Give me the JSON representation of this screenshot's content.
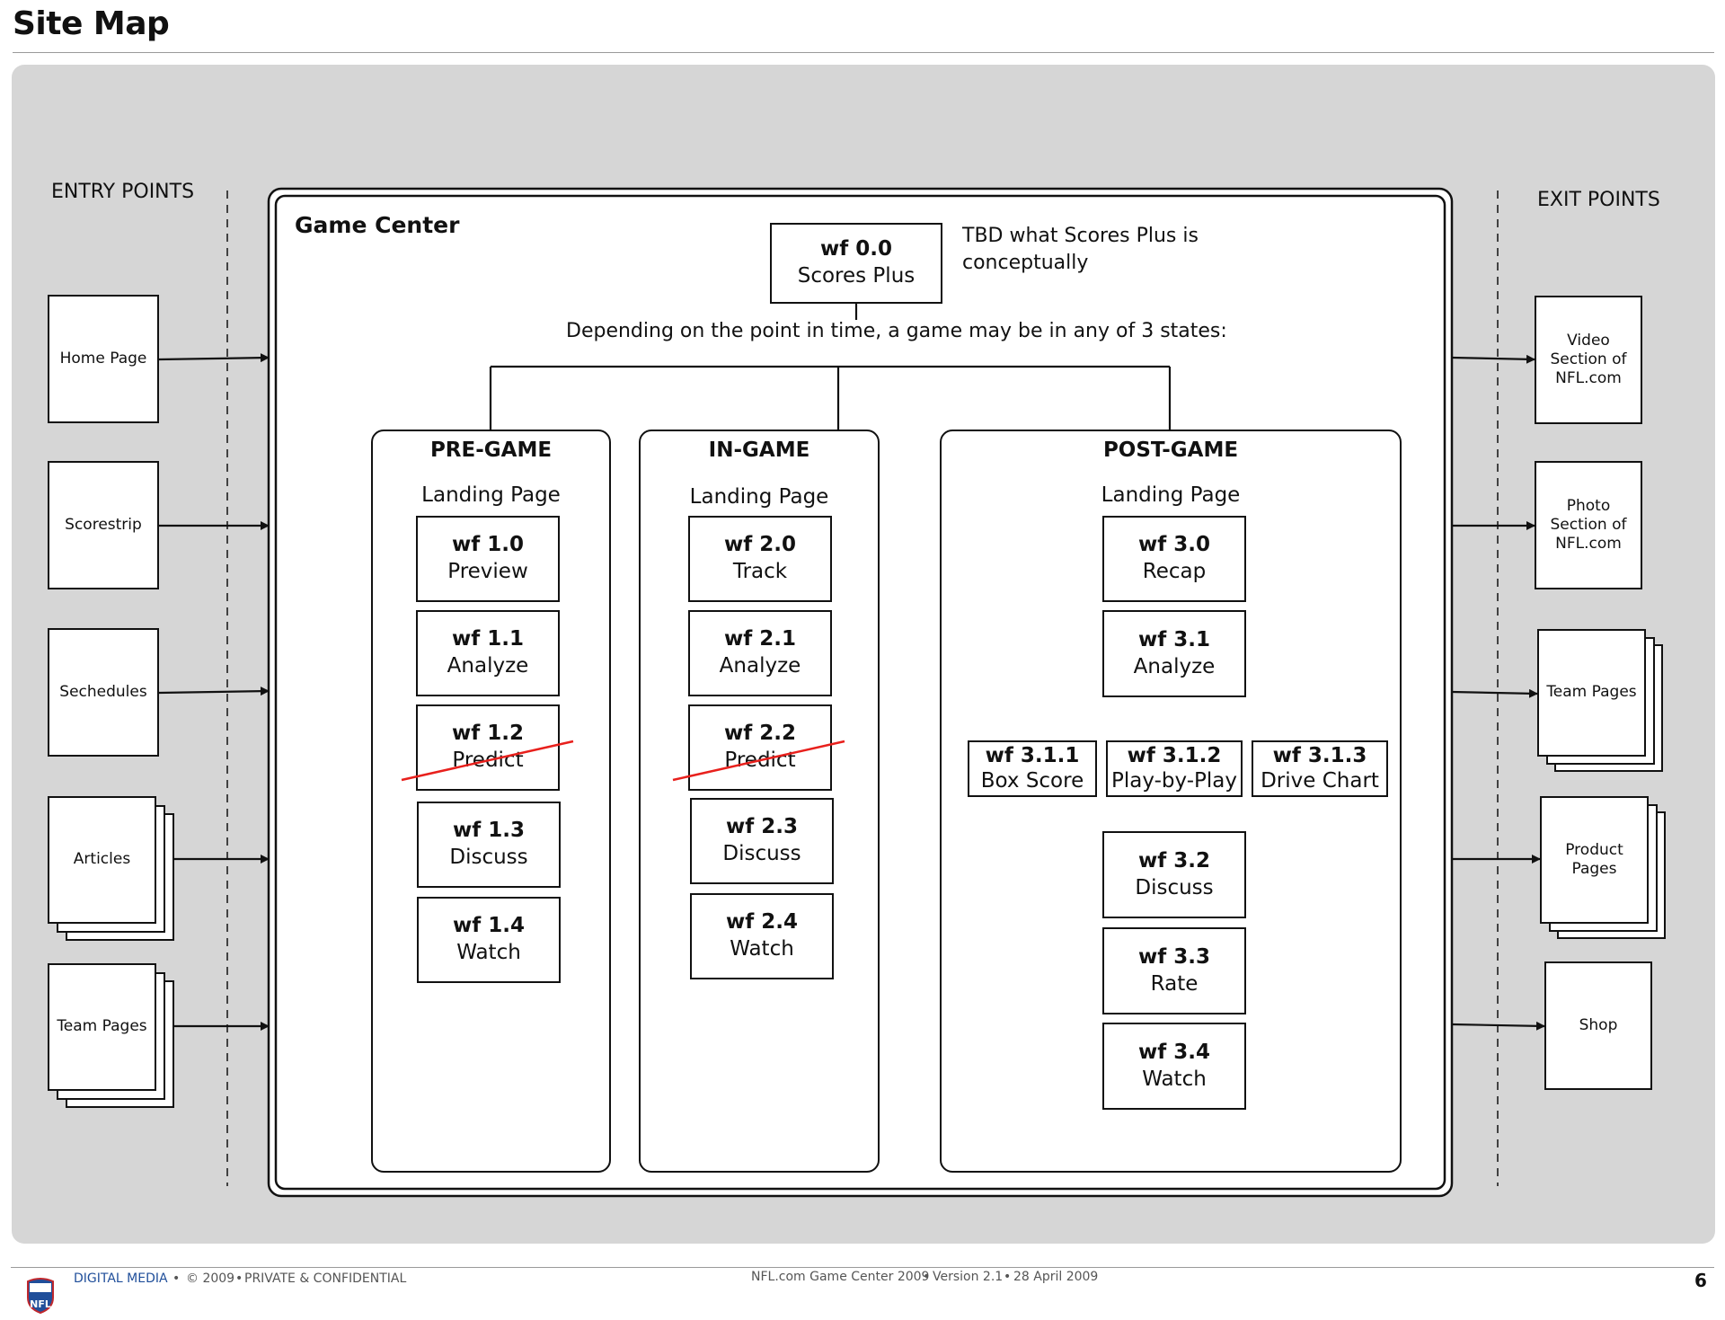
{
  "page_title": "Site Map",
  "entry_points": {
    "label": "ENTRY POINTS",
    "items": [
      "Home Page",
      "Scorestrip",
      "Sechedules",
      "Articles",
      "Team Pages"
    ]
  },
  "exit_points": {
    "label": "EXIT POINTS",
    "items": [
      "Video Section of NFL.com",
      "Photo Section of NFL.com",
      "Team Pages",
      "Product Pages",
      "Shop"
    ]
  },
  "game_center": {
    "title": "Game Center",
    "root": {
      "num": "wf 0.0",
      "name": "Scores Plus"
    },
    "note": "TBD what Scores Plus is conceptually",
    "states_caption": "Depending on the point in time, a game may be in any of 3 states:"
  },
  "pregame": {
    "title": "PRE-GAME",
    "landing": "Landing Page",
    "items": [
      {
        "num": "wf 1.0",
        "name": "Preview"
      },
      {
        "num": "wf 1.1",
        "name": "Analyze"
      },
      {
        "num": "wf 1.2",
        "name": "Predict"
      },
      {
        "num": "wf 1.3",
        "name": "Discuss"
      },
      {
        "num": "wf 1.4",
        "name": "Watch"
      }
    ]
  },
  "ingame": {
    "title": "IN-GAME",
    "landing": "Landing Page",
    "items": [
      {
        "num": "wf 2.0",
        "name": "Track"
      },
      {
        "num": "wf 2.1",
        "name": "Analyze"
      },
      {
        "num": "wf 2.2",
        "name": "Predict"
      },
      {
        "num": "wf 2.3",
        "name": "Discuss"
      },
      {
        "num": "wf 2.4",
        "name": "Watch"
      }
    ]
  },
  "postgame": {
    "title": "POST-GAME",
    "landing": "Landing Page",
    "items": [
      {
        "num": "wf 3.0",
        "name": "Recap"
      },
      {
        "num": "wf 3.1",
        "name": "Analyze"
      },
      {
        "num": "wf 3.2",
        "name": "Discuss"
      },
      {
        "num": "wf 3.3",
        "name": "Rate"
      },
      {
        "num": "wf 3.4",
        "name": "Watch"
      }
    ],
    "sub_items": [
      {
        "num": "wf 3.1.1",
        "name": "Box Score"
      },
      {
        "num": "wf 3.1.2",
        "name": "Play-by-Play"
      },
      {
        "num": "wf 3.1.3",
        "name": "Drive Chart"
      }
    ]
  },
  "footer": {
    "logo_text": "NFL",
    "brand": "DIGITAL MEDIA",
    "copyright": "© 2009",
    "confidential": "PRIVATE & CONFIDENTIAL",
    "doc_title": "NFL.com Game Center 2009",
    "version": "Version 2.1",
    "date": "28 April 2009",
    "page_number": "6"
  },
  "colors": {
    "panel": "#d6d6d6",
    "strike": "#e8201c",
    "brand_blue": "#1f4e9a"
  }
}
